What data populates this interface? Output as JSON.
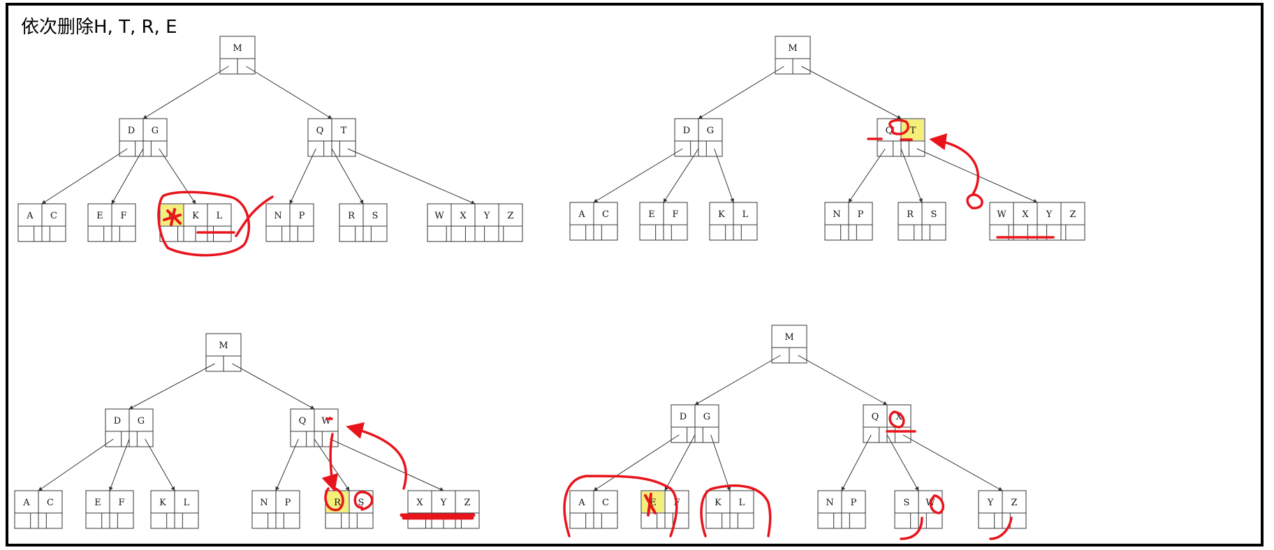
{
  "title": "依次删除H, T, R, E",
  "panels": [
    {
      "name": "panel-top-left",
      "root": [
        "M"
      ],
      "internal": [
        [
          "D",
          "G"
        ],
        [
          "Q",
          "T"
        ]
      ],
      "leaves": [
        [
          "A",
          "C"
        ],
        [
          "E",
          "F"
        ],
        [
          "H",
          "K",
          "L"
        ],
        [
          "N",
          "P"
        ],
        [
          "R",
          "S"
        ],
        [
          "W",
          "X",
          "Y",
          "Z"
        ]
      ],
      "highlight": [
        "H"
      ]
    },
    {
      "name": "panel-top-right",
      "root": [
        "M"
      ],
      "internal": [
        [
          "D",
          "G"
        ],
        [
          "Q",
          "T"
        ]
      ],
      "leaves": [
        [
          "A",
          "C"
        ],
        [
          "E",
          "F"
        ],
        [
          "K",
          "L"
        ],
        [
          "N",
          "P"
        ],
        [
          "R",
          "S"
        ],
        [
          "W",
          "X",
          "Y",
          "Z"
        ]
      ],
      "highlight": [
        "T"
      ]
    },
    {
      "name": "panel-bottom-left",
      "root": [
        "M"
      ],
      "internal": [
        [
          "D",
          "G"
        ],
        [
          "Q",
          "W"
        ]
      ],
      "leaves": [
        [
          "A",
          "C"
        ],
        [
          "E",
          "F"
        ],
        [
          "K",
          "L"
        ],
        [
          "N",
          "P"
        ],
        [
          "R",
          "S"
        ],
        [
          "X",
          "Y",
          "Z"
        ]
      ],
      "highlight": [
        "R"
      ]
    },
    {
      "name": "panel-bottom-right",
      "root": [
        "M"
      ],
      "internal": [
        [
          "D",
          "G"
        ],
        [
          "Q",
          "X"
        ]
      ],
      "leaves": [
        [
          "A",
          "C"
        ],
        [
          "E",
          "F"
        ],
        [
          "K",
          "L"
        ],
        [
          "N",
          "P"
        ],
        [
          "S",
          "W"
        ],
        [
          "Y",
          "Z"
        ]
      ],
      "highlight": [
        "E"
      ]
    }
  ],
  "colors": {
    "highlight": "#f4ee7a",
    "annotation": "#e8141c",
    "line": "#333333"
  }
}
